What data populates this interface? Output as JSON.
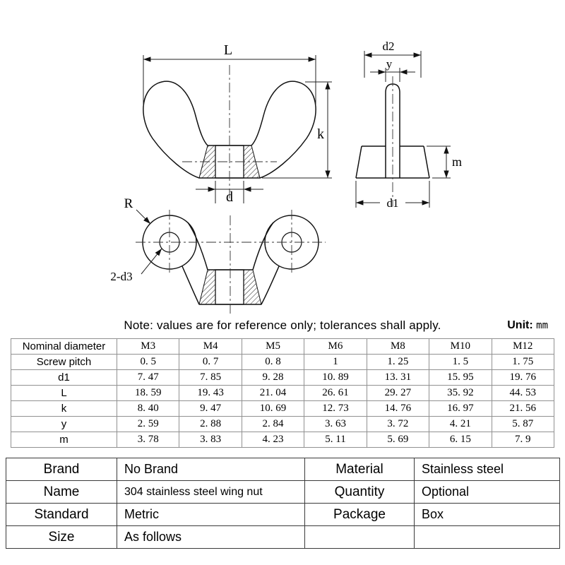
{
  "note": {
    "text": "Note: values are for reference only; tolerances shall apply.",
    "unit_label": "Unit:",
    "unit_value": "mm"
  },
  "drawing": {
    "labels": {
      "front_L": "L",
      "front_k": "k",
      "front_d": "d",
      "side_d2": "d2",
      "side_y": "y",
      "side_m": "m",
      "side_d1": "d1",
      "bottom_R": "R",
      "bottom_2d3": "2-d3"
    }
  },
  "dim_table": {
    "header_label": "Nominal diameter",
    "sizes": [
      "M3",
      "M4",
      "M5",
      "M6",
      "M8",
      "M10",
      "M12"
    ],
    "rows": [
      {
        "label": "Screw pitch",
        "values": [
          "0. 5",
          "0. 7",
          "0. 8",
          "1",
          "1. 25",
          "1. 5",
          "1. 75"
        ]
      },
      {
        "label": "d1",
        "values": [
          "7. 47",
          "7. 85",
          "9. 28",
          "10. 89",
          "13. 31",
          "15. 95",
          "19. 76"
        ]
      },
      {
        "label": "L",
        "values": [
          "18. 59",
          "19. 43",
          "21. 04",
          "26. 61",
          "29. 27",
          "35. 92",
          "44. 53"
        ]
      },
      {
        "label": "k",
        "values": [
          "8. 40",
          "9. 47",
          "10. 69",
          "12. 73",
          "14. 76",
          "16. 97",
          "21. 56"
        ]
      },
      {
        "label": "y",
        "values": [
          "2. 59",
          "2. 88",
          "2. 84",
          "3. 63",
          "3. 72",
          "4. 21",
          "5. 87"
        ]
      },
      {
        "label": "m",
        "values": [
          "3. 78",
          "3. 83",
          "4. 23",
          "5. 11",
          "5. 69",
          "6. 15",
          "7. 9"
        ]
      }
    ]
  },
  "info_table": {
    "rows": [
      {
        "label1": "Brand",
        "value1": "No Brand",
        "label2": "Material",
        "value2": "Stainless steel"
      },
      {
        "label1": "Name",
        "value1": "304 stainless steel wing nut",
        "label2": "Quantity",
        "value2": "Optional"
      },
      {
        "label1": "Standard",
        "value1": "Metric",
        "label2": "Package",
        "value2": "Box"
      },
      {
        "label1": "Size",
        "value1": "As follows",
        "label2": "",
        "value2": ""
      }
    ]
  }
}
